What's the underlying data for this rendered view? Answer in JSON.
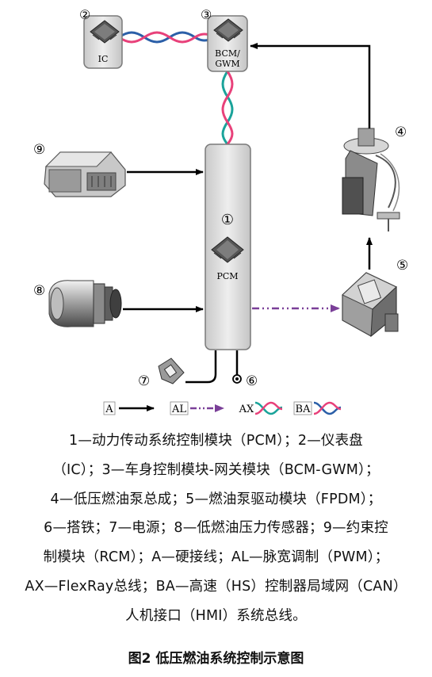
{
  "modules": {
    "pcm": {
      "number": "①",
      "label": "PCM"
    },
    "ic": {
      "number": "②",
      "label": "IC"
    },
    "bcm": {
      "number": "③",
      "label_line1": "BCM/",
      "label_line2": "GWM"
    },
    "fuel_pump_assembly": {
      "number": "④"
    },
    "fpdm": {
      "number": "⑤"
    },
    "ground": {
      "number": "⑥"
    },
    "power": {
      "number": "⑦"
    },
    "pressure_sensor": {
      "number": "⑧"
    },
    "rcm": {
      "number": "⑨"
    }
  },
  "legend": {
    "hardwire": "A",
    "pwm": "AL",
    "flexray": "AX",
    "can": "BA"
  },
  "colors": {
    "pwm_line": "#7a3f98",
    "bus_pink": "#e8417a",
    "bus_teal": "#1aa39a",
    "bus_blue": "#2b5fa8",
    "box_fill": "#d9d9d9",
    "box_stroke": "#7a7a7a"
  },
  "caption": {
    "lines": [
      "1—动力传动系统控制模块（PCM）；2—仪表盘",
      "（IC）；3—车身控制模块-网关模块（BCM-GWM）；",
      "4—低压燃油泵总成；5—燃油泵驱动模块（FPDM）；",
      "6—搭铁；7—电源；8—低燃油压力传感器；9—约束控",
      "制模块（RCM）；A—硬接线；AL—脉宽调制（PWM）；",
      "AX—FlexRay总线；BA—高速（HS）控制器局域网（CAN）",
      "人机接口（HMI）系统总线。"
    ],
    "figure_title": "图2  低压燃油系统控制示意图"
  }
}
